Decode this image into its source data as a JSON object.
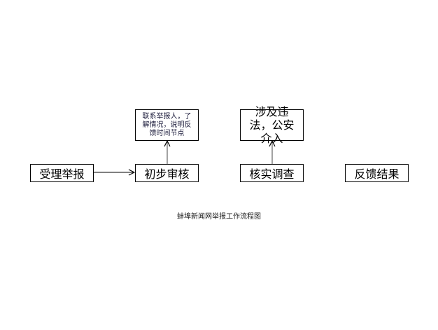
{
  "nodes": {
    "receive": "受理举报",
    "review": "初步审核",
    "verify": "核实调查",
    "feedback": "反馈结果",
    "contact": "联系举报人，了解情况，说明反馈时间节点",
    "police": "涉及违法，公安介入"
  },
  "caption": "蚌埠新闻网举报工作流程图"
}
